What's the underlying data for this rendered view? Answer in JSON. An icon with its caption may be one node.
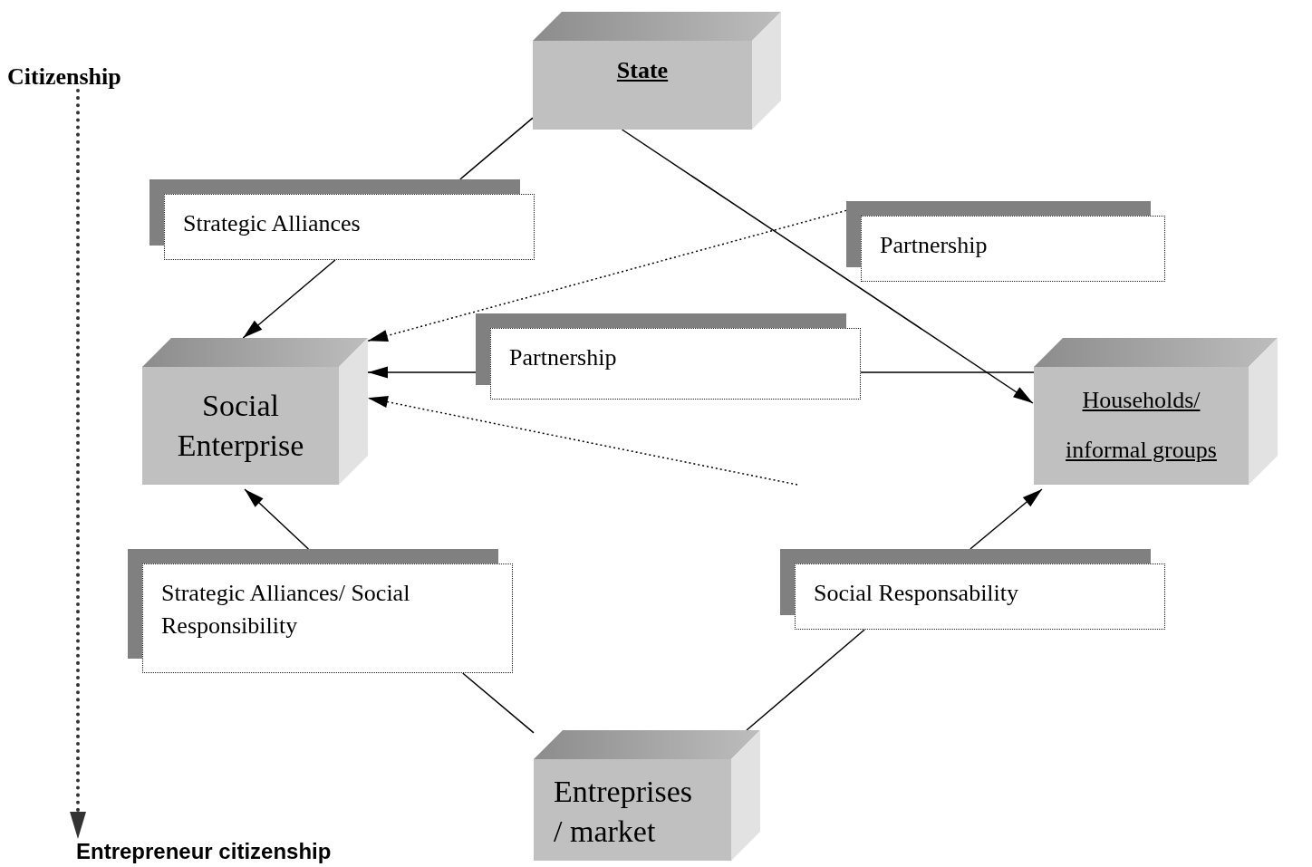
{
  "diagram": {
    "nodes": [
      {
        "text": [
          "Citizenship"
        ]
      },
      {
        "text": [
          "Entrepreneur citizenship"
        ]
      },
      {
        "text": [
          "State"
        ]
      },
      {
        "text": [
          "Social Enterprise"
        ]
      },
      {
        "text": [
          "Households/ informal groups"
        ]
      },
      {
        "text": [
          "Entreprises / market"
        ]
      },
      {
        "text": [
          "Strategic Alliances"
        ]
      },
      {
        "text": [
          "Partnership"
        ]
      },
      {
        "text": [
          "Partnership"
        ]
      },
      {
        "text": [
          "Strategic Alliances/ Social Responsibility"
        ]
      },
      {
        "text": [
          "Social Responsability"
        ]
      }
    ],
    "edges": [
      {
        "from": 0,
        "to": 1,
        "arrow": "to",
        "style": "dashed",
        "color": "#333333"
      },
      {
        "from": 2,
        "to": 6,
        "arrow": "none"
      },
      {
        "from": 6,
        "to": 3,
        "arrow": "to"
      },
      {
        "from": 2,
        "to": 4,
        "arrow": "to"
      },
      {
        "from": 7,
        "to": 3,
        "arrow": "to",
        "style": "dashed"
      },
      {
        "from": 4,
        "to": 8,
        "arrow": "none"
      },
      {
        "from": 8,
        "to": 3,
        "arrow": "to"
      },
      {
        "from": null,
        "to": 3,
        "arrow": "to",
        "style": "dashed"
      },
      {
        "from": 5,
        "to": 9,
        "arrow": "none"
      },
      {
        "from": 9,
        "to": 3,
        "arrow": "to"
      },
      {
        "from": 5,
        "to": 10,
        "arrow": "none"
      },
      {
        "from": 10,
        "to": 4,
        "arrow": "to"
      }
    ]
  }
}
